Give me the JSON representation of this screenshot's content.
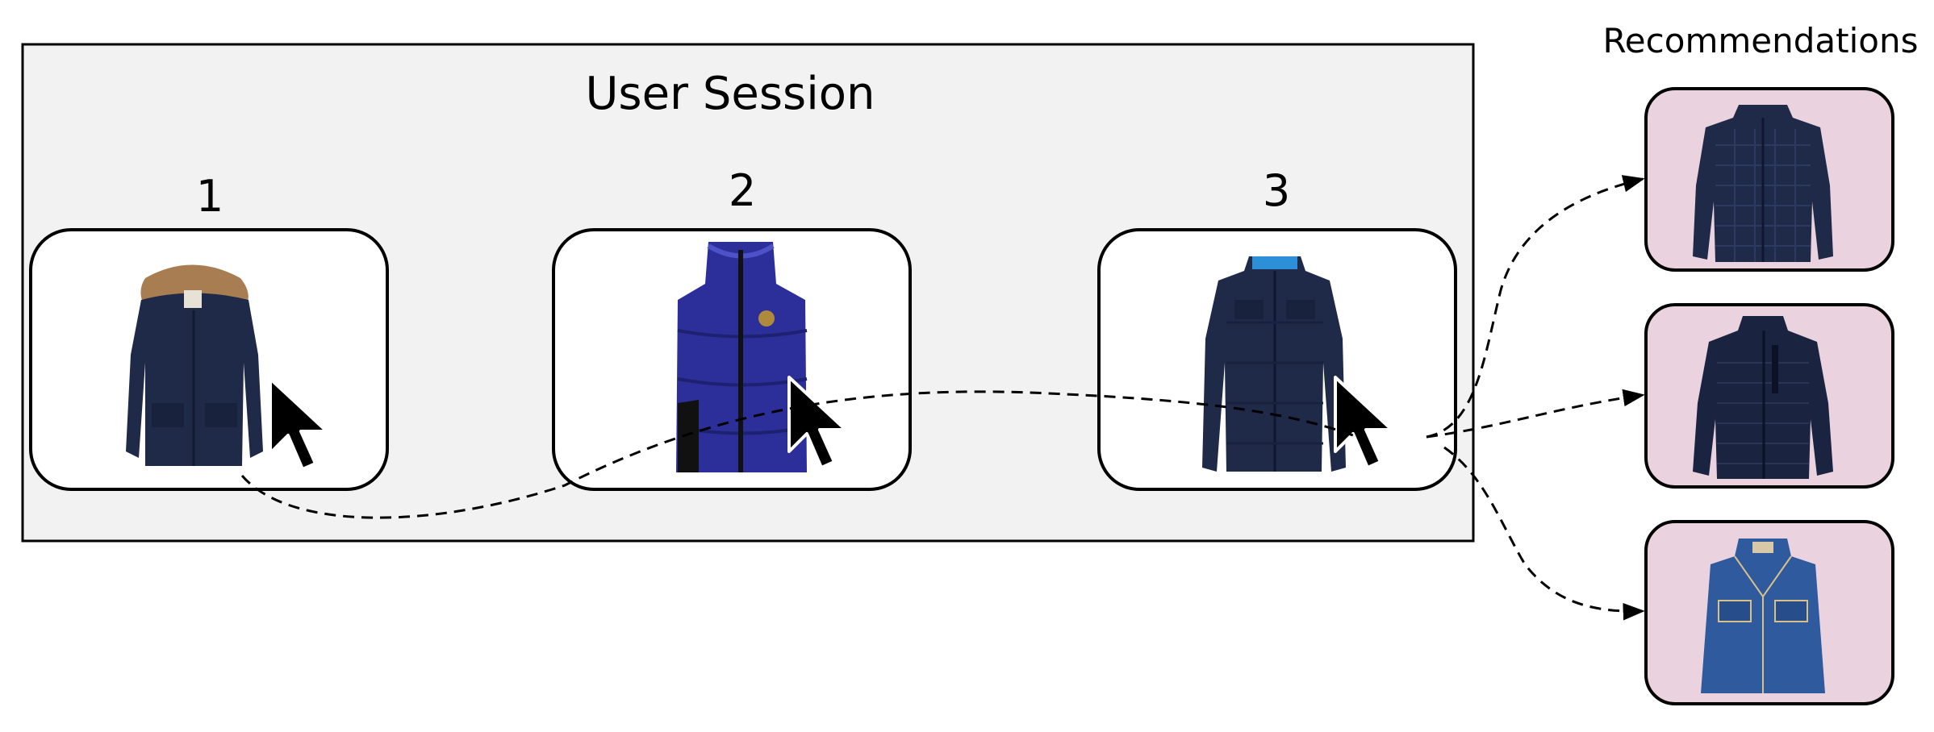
{
  "session": {
    "title": "User Session",
    "steps": [
      {
        "number": "1",
        "item": "navy parka with fur-trimmed hood",
        "icon": "parka-icon",
        "cursor": "cursor-icon"
      },
      {
        "number": "2",
        "item": "glossy blue puffer vest",
        "icon": "puffer-vest-icon",
        "cursor": "cursor-icon"
      },
      {
        "number": "3",
        "item": "navy quilted down jacket",
        "icon": "down-jacket-icon",
        "cursor": "cursor-icon"
      }
    ]
  },
  "recommendations": {
    "title": "Recommendations",
    "items": [
      {
        "item": "navy quilted shirt jacket",
        "icon": "quilted-jacket-icon"
      },
      {
        "item": "dark navy insulated jacket",
        "icon": "insulated-jacket-icon"
      },
      {
        "item": "blue denim vest",
        "icon": "denim-vest-icon"
      }
    ]
  },
  "colors": {
    "session_panel": "#f2f2f2",
    "recommendation_card": "#ead3df",
    "navy": "#1f2a48",
    "puffer_blue": "#2c2f9a",
    "denim": "#2f5a9e",
    "outline": "#000000"
  }
}
